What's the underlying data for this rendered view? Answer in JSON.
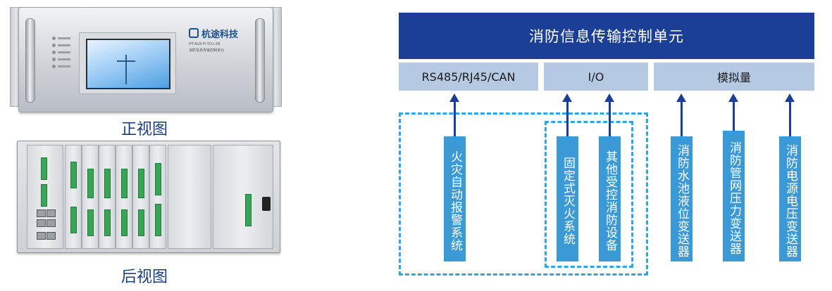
{
  "photos": {
    "front_caption": "正视图",
    "back_caption": "后视图",
    "front_panel": {
      "brand": "杭途科技",
      "model_line": "HT-AUX-FI-TCU-2N",
      "product_line": "消防信息传输控制单元"
    }
  },
  "diagram": {
    "title": "消防信息传输控制单元",
    "interfaces": [
      {
        "label": "RS485/RJ45/CAN"
      },
      {
        "label": "I/O"
      },
      {
        "label": "模拟量"
      }
    ],
    "devices": [
      {
        "label": "火灾自动报警系统"
      },
      {
        "label": "固定式灭火系统"
      },
      {
        "label": "其他受控消防设备"
      },
      {
        "label": "消防水池液位变送器"
      },
      {
        "label": "消防管网压力变送器"
      },
      {
        "label": "消防电源电压变送器"
      }
    ],
    "colors": {
      "title_bg": "#1c3f96",
      "interface_bg": "#b6c9e3",
      "device_bg": "#3b9ad6",
      "dash": "#2fa4e7"
    }
  }
}
